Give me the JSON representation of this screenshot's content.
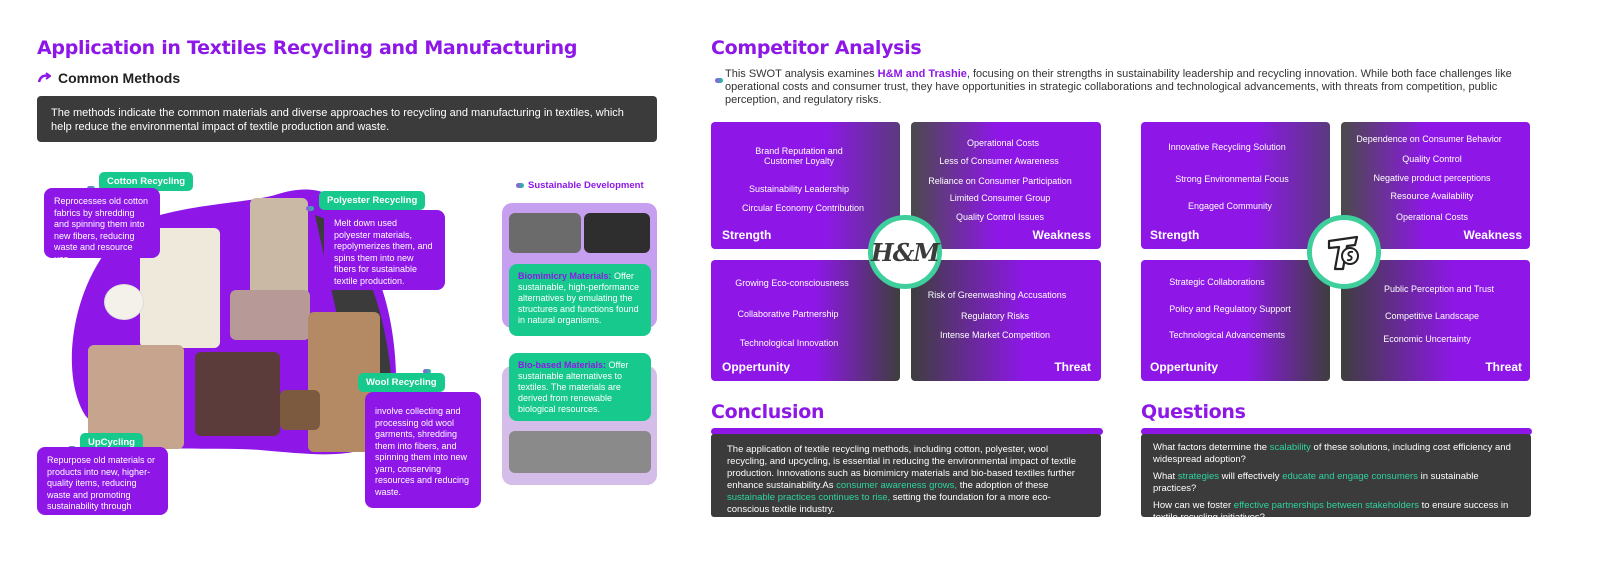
{
  "left": {
    "title": "Application in Textiles Recycling and Manufacturing",
    "subtitle": "Common Methods",
    "intro": "The methods indicate the common materials and diverse approaches to recycling and manufacturing in textiles, which help reduce the environmental impact of textile production and waste.",
    "cotton": {
      "label": "Cotton Recycling",
      "text": "Reprocesses old cotton fabrics by shredding and spinning them into new fibers, reducing waste and resource use."
    },
    "polyester": {
      "label": "Polyester Recycling",
      "text": "Melt down used polyester materials, repolymerizes them, and spins them into new fibers for sustainable textile production."
    },
    "wool": {
      "label": "Wool Recycling",
      "text": "involve collecting and processing old wool garments, shredding them into fibers, and spinning them into new yarn, conserving resources and reducing waste."
    },
    "upcycling": {
      "label": "UpCycling",
      "text": "Repurpose old materials or products into new, higher-quality items, reducing waste and promoting sustainability through reuse."
    },
    "sustainable": {
      "label": "Sustainable Development",
      "bio1_kw": "Biomimicry Materials:",
      "bio1_text": " Offer sustainable, high-performance alternatives by emulating the structures and functions found in natural organisms.",
      "bio2_kw": "Bio-based Materials:",
      "bio2_text": " Offer sustainable alternatives to textiles. The materials are derived from renewable biological resources."
    }
  },
  "right": {
    "title": "Competitor Analysis",
    "intro_a": "This SWOT analysis examines ",
    "intro_brand": "H&M and Trashie",
    "intro_b": ", focusing on their strengths in sustainability leadership and recycling innovation. While both face challenges like operational costs and consumer trust, they have opportunities in strategic collaborations and technological advancements, with threats from competition, public perception, and regulatory risks.",
    "hm": {
      "logo": "H&M",
      "strength": {
        "label": "Strength",
        "items": [
          "Brand Reputation and Customer Loyalty",
          "Sustainability Leadership",
          "Circular Economy Contribution"
        ]
      },
      "weakness": {
        "label": "Weakness",
        "items": [
          "Operational Costs",
          "Less of Consumer Awareness",
          "Reliance on Consumer Participation",
          "Limited Consumer Group",
          "Quality Control Issues"
        ]
      },
      "opportunity": {
        "label": "Oppertunity",
        "items": [
          "Growing Eco-consciousness",
          "Collaborative Partnership",
          "Technological Innovation"
        ]
      },
      "threat": {
        "label": "Threat",
        "items": [
          "Risk of Greenwashing Accusations",
          "Regulatory Risks",
          "Intense Market Competition"
        ]
      }
    },
    "trashie": {
      "strength": {
        "label": "Strength",
        "items": [
          "Innovative Recycling Solution",
          "Strong Environmental Focus",
          "Engaged Community"
        ]
      },
      "weakness": {
        "label": "Weakness",
        "items": [
          "Dependence on Consumer Behavior",
          "Quality Control",
          "Negative product perceptions",
          "Resource Availability",
          "Operational Costs"
        ]
      },
      "opportunity": {
        "label": "Oppertunity",
        "items": [
          "Strategic Collaborations",
          "Policy and Regulatory Support",
          "Technological Advancements"
        ]
      },
      "threat": {
        "label": "Threat",
        "items": [
          "Public Perception and Trust",
          "Competitive Landscape",
          "Economic Uncertainty"
        ]
      }
    },
    "conclusion": {
      "title": "Conclusion",
      "p1": "The application of textile recycling methods, including cotton, polyester, wool recycling, and upcycling, is essential in reducing the environmental impact of textile production. Innovations such as biomimicry materials and bio-based textiles further enhance sustainability.As ",
      "h1": "consumer awareness grows,",
      "p2": " the adoption of these ",
      "h2": "sustainable practices continues to rise,",
      "p3": " setting the foundation for a more eco-conscious textile industry."
    },
    "questions": {
      "title": "Questions",
      "q1a": "What factors determine the ",
      "q1h": "scalability",
      "q1b": " of these solutions, including cost efficiency and widespread adoption?",
      "q2a": "What ",
      "q2h": "strategies",
      "q2b": " will effectively ",
      "q2h2": "educate and engage consumers",
      "q2c": " in sustainable practices?",
      "q3a": "How can we foster ",
      "q3h": "effective partnerships between stakeholders",
      "q3b": " to ensure success in textile recycling initiatives?"
    }
  },
  "colors": {
    "purple": "#8e17e8",
    "green": "#18c98e",
    "dark": "#3b3b3b"
  }
}
